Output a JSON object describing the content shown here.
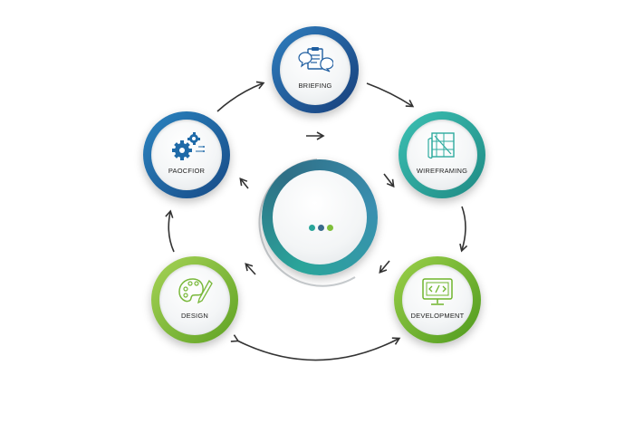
{
  "cycle": {
    "center_dots": [
      "#2aa59a",
      "#3a6b8c",
      "#7fbf3a"
    ],
    "steps": [
      {
        "label": "BRIEFING",
        "icon": "clipboard-chat-icon",
        "color": "#1f5ea0"
      },
      {
        "label": "WIREFRAMING",
        "icon": "blueprint-icon",
        "color": "#2eab9f"
      },
      {
        "label": "DEVELOPMENT",
        "icon": "monitor-code-icon",
        "color": "#6fb52c"
      },
      {
        "label": "DESIGN",
        "icon": "palette-pencil-icon",
        "color": "#79b83a"
      },
      {
        "label": "PAOCFIOR",
        "icon": "gears-icon",
        "color": "#1f6aa8"
      }
    ]
  }
}
